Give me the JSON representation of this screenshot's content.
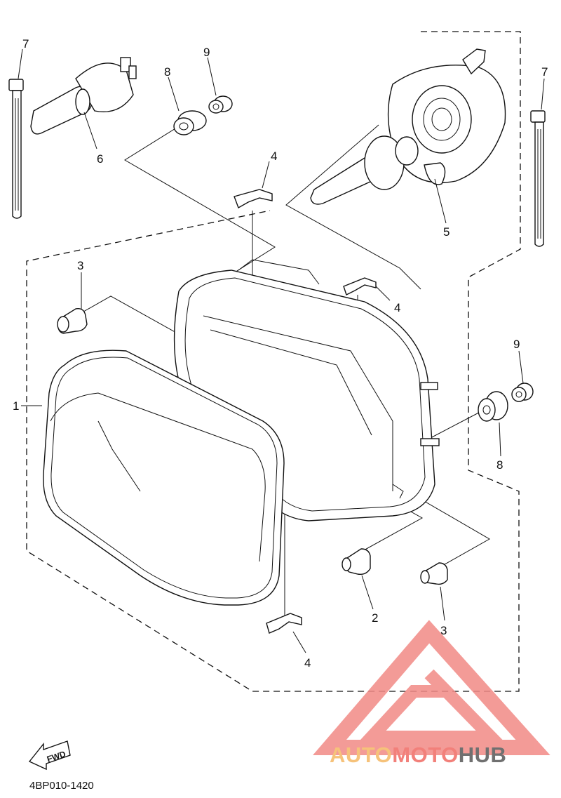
{
  "diagram": {
    "assembly_label": "1",
    "callouts": {
      "p2": "2",
      "p3a": "3",
      "p3b": "3",
      "p4a": "4",
      "p4b": "4",
      "p4c": "4",
      "p5": "5",
      "p6": "6",
      "p7a": "7",
      "p7b": "7",
      "p8a": "8",
      "p8b": "8",
      "p9a": "9",
      "p9b": "9"
    },
    "direction_badge": "FWD",
    "drawing_code": "4BP010-1420"
  },
  "watermark": {
    "brand_part1": "AUTO",
    "brand_part2": "MOTO",
    "brand_part3": "HUB",
    "colors": {
      "part1": "#f6c27a",
      "part2": "#f2807a",
      "part3": "#707070",
      "logo": "#f28a86"
    }
  }
}
